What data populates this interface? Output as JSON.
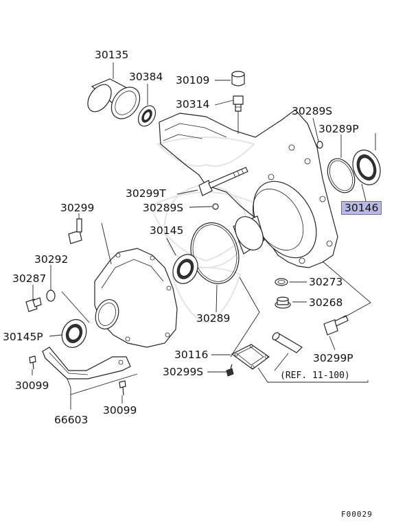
{
  "labels": {
    "p30135": "30135",
    "p30384": "30384",
    "p30109": "30109",
    "p30314": "30314",
    "p30289S_top": "30289S",
    "p30289P": "30289P",
    "p30299T": "30299T",
    "p30289S_mid": "30289S",
    "p30146": "30146",
    "p30299": "30299",
    "p30145": "30145",
    "p30292": "30292",
    "p30287": "30287",
    "p30273": "30273",
    "p30268": "30268",
    "p30289": "30289",
    "p30145P": "30145P",
    "p30116": "30116",
    "p30299P": "30299P",
    "p30299S": "30299S",
    "p30099_left": "30099",
    "p30099_right": "30099",
    "p66603": "66603",
    "ref": "(REF. 11-100)",
    "figure_id": "F00029"
  },
  "colors": {
    "highlight_fill": "#b9b9e3",
    "highlight_border": "#6b6bb5",
    "line": "#222222"
  }
}
